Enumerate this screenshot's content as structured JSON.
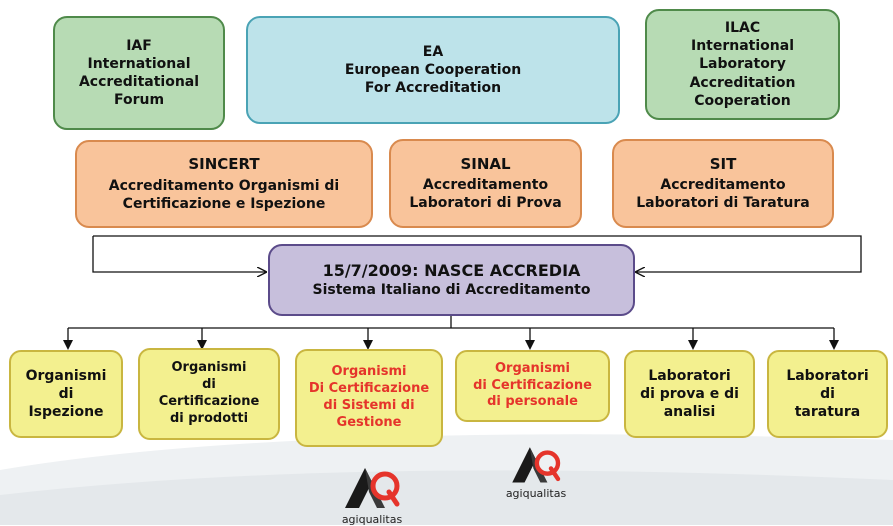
{
  "top": {
    "iaf": [
      "IAF",
      "International",
      "Accreditational",
      "Forum"
    ],
    "ea": [
      "EA",
      "European Cooperation",
      "For Accreditation"
    ],
    "ilac": [
      "ILAC",
      "International Laboratory",
      "Accreditation",
      "Cooperation"
    ]
  },
  "middle": {
    "sincert": [
      "SINCERT",
      "Accreditamento Organismi di",
      "Certificazione e Ispezione"
    ],
    "sinal": [
      "SINAL",
      "Accreditamento",
      "Laboratori di Prova"
    ],
    "sit": [
      "SIT",
      "Accreditamento",
      "Laboratori di Taratura"
    ]
  },
  "center": [
    "15/7/2009: NASCE ACCREDIA",
    "Sistema Italiano di Accreditamento"
  ],
  "bottom": [
    [
      "Organismi",
      "di",
      "Ispezione"
    ],
    [
      "Organismi",
      "di",
      "Certificazione",
      "di prodotti"
    ],
    [
      "Organismi",
      "Di Certificazione",
      "di Sistemi di",
      "Gestione"
    ],
    [
      "Organismi",
      "di Certificazione",
      "di personale"
    ],
    [
      "Laboratori",
      "di prova e di",
      "analisi"
    ],
    [
      "Laboratori",
      "di",
      "taratura"
    ]
  ],
  "logos": [
    "agiqualitas",
    "agiqualitas"
  ],
  "colors": {
    "green": "#b7dbb4",
    "blue": "#bde3ea",
    "orange": "#f9c49b",
    "purple": "#c7bfdc",
    "yellow": "#f3f08f",
    "red_text": "#e5342b"
  }
}
